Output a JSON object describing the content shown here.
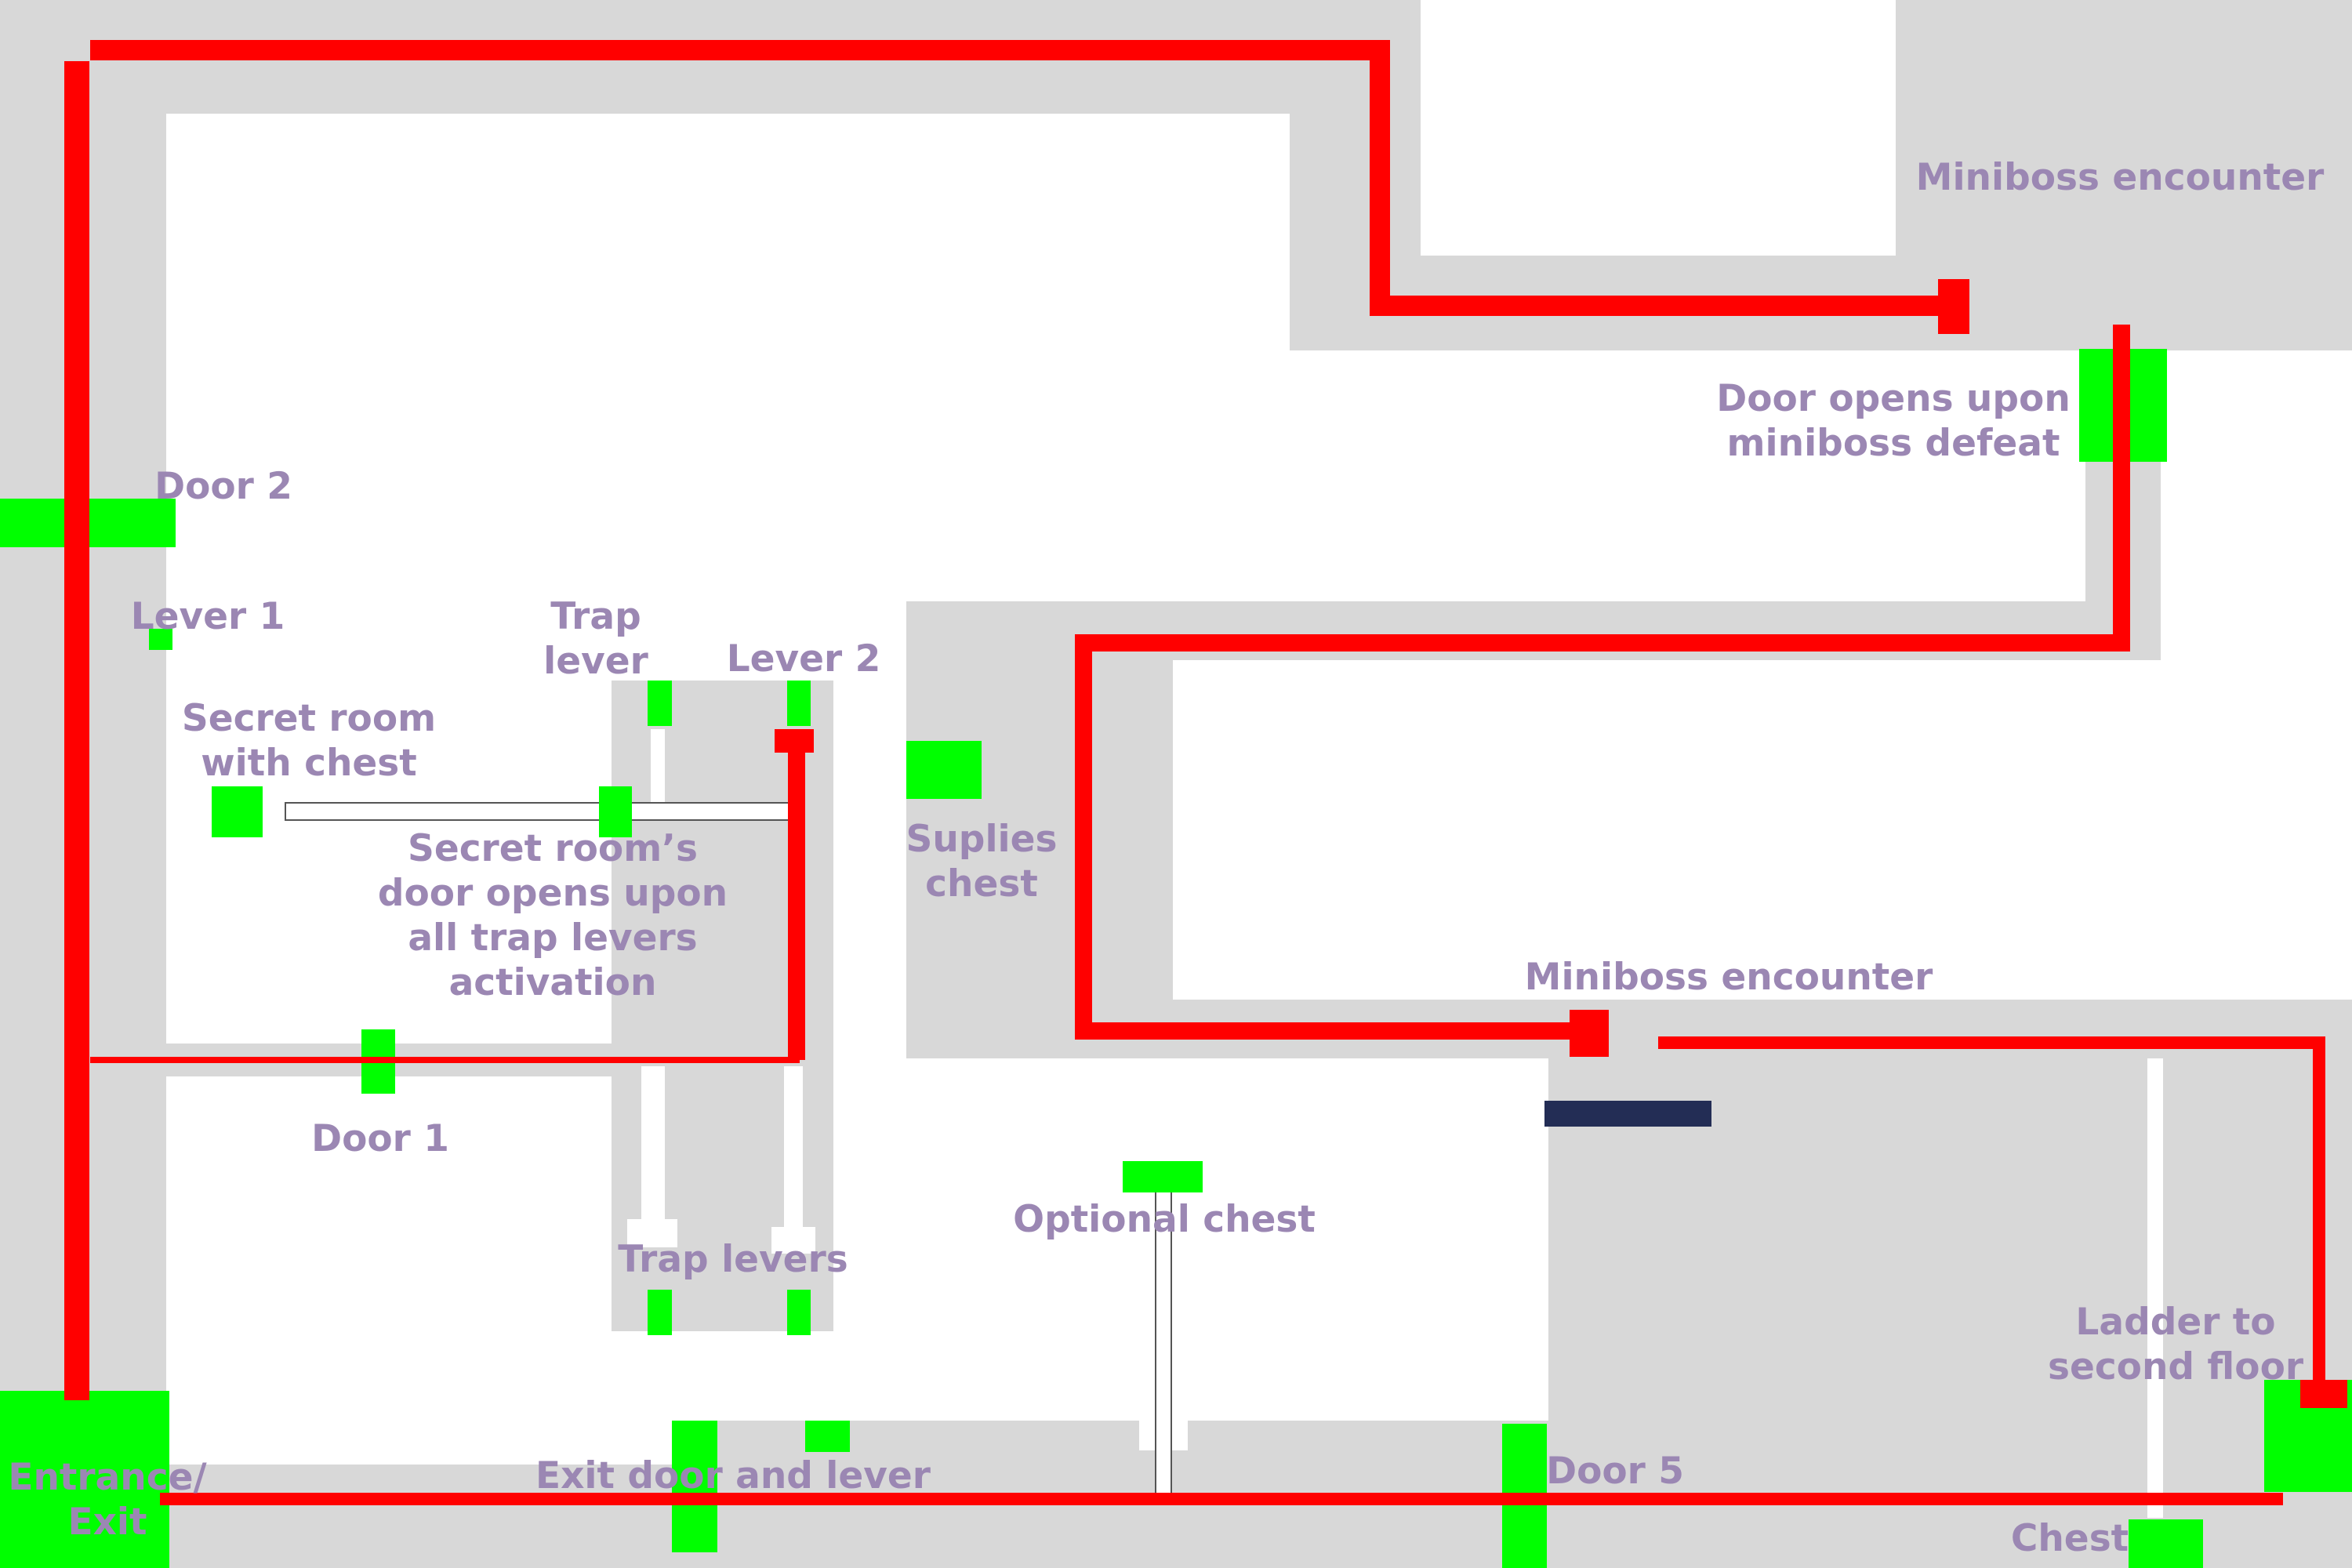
{
  "colors": {
    "floor": "#d8d8d8",
    "path": "#ff0000",
    "interactive": "#00ff00",
    "label": "#9b87b3",
    "blocker": "#232d55",
    "background": "#ffffff"
  },
  "labels": {
    "miniboss_top": "Miniboss encounter",
    "door_miniboss": "Door opens upon\nminiboss defeat",
    "door_2": "Door 2",
    "lever_1": "Lever 1",
    "trap_lever": "Trap\nlever",
    "lever_2": "Lever 2",
    "secret_room": "Secret room\nwith chest",
    "secret_door": "Secret room’s\ndoor opens upon\nall trap levers\nactivation",
    "supplies_chest": "Suplies\nchest",
    "miniboss_mid": "Miniboss encounter",
    "door_1": "Door 1",
    "optional_chest": "Optional chest",
    "trap_levers": "Trap levers",
    "ladder": "Ladder to\nsecond floor",
    "entrance": "Entrance/\nExit",
    "exit_door": "Exit door and lever",
    "door_5": "Door 5",
    "chest": "Chest"
  }
}
